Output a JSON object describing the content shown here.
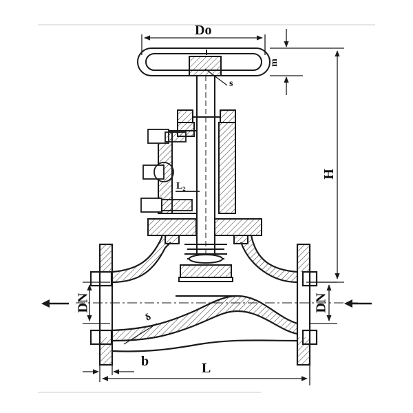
{
  "colors": {
    "line": "#1a1a1a",
    "hatch": "#333333",
    "background": "#ffffff"
  },
  "labels": {
    "do": "Do",
    "m": "m",
    "s": "s",
    "h": "H",
    "dn_left": "DN",
    "dn_right": "DN",
    "delta": "δ",
    "b": "b",
    "l": "L",
    "l_small": "L₂"
  },
  "icons": {
    "inlet": "arrow-right-icon",
    "outlet": "arrow-left-icon"
  }
}
